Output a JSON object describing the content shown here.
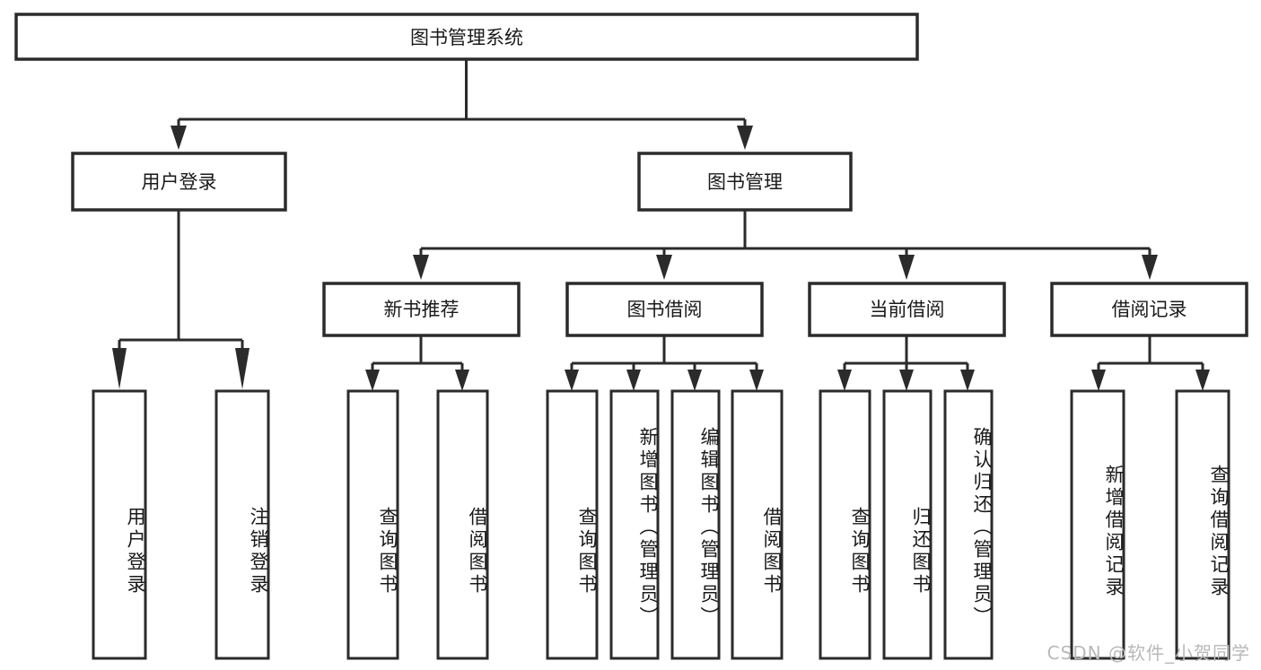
{
  "diagram": {
    "title": "图书管理系统",
    "type": "tree-hierarchy-chart",
    "orientation": "top-down",
    "colors": {
      "box_fill": "#ffffff",
      "box_stroke": "#2b2b2b",
      "connector": "#2b2b2b",
      "text": "#1a1a1a",
      "background": "#ffffff",
      "watermark": "#b9b9b9"
    },
    "root": {
      "id": "root",
      "label": "图书管理系统"
    },
    "level2": [
      {
        "id": "user-login",
        "label": "用户登录"
      },
      {
        "id": "book-manage",
        "label": "图书管理"
      }
    ],
    "level3": [
      {
        "id": "new-book-recommend",
        "label": "新书推荐",
        "parent": "book-manage"
      },
      {
        "id": "book-borrow",
        "label": "图书借阅",
        "parent": "book-manage"
      },
      {
        "id": "current-borrow",
        "label": "当前借阅",
        "parent": "book-manage"
      },
      {
        "id": "borrow-record",
        "label": "借阅记录",
        "parent": "book-manage"
      }
    ],
    "leaves": [
      {
        "id": "leaf-user-login",
        "label": "用户登录",
        "parent": "user-login"
      },
      {
        "id": "leaf-logout-login",
        "label": "注销登录",
        "parent": "user-login"
      },
      {
        "id": "leaf-query-book-1",
        "label": "查询图书",
        "parent": "new-book-recommend"
      },
      {
        "id": "leaf-borrow-book-1",
        "label": "借阅图书",
        "parent": "new-book-recommend"
      },
      {
        "id": "leaf-query-book-2",
        "label": "查询图书",
        "parent": "book-borrow"
      },
      {
        "id": "leaf-add-book",
        "label": "新增图书（管理员）",
        "parent": "book-borrow"
      },
      {
        "id": "leaf-edit-book",
        "label": "编辑图书（管理员）",
        "parent": "book-borrow"
      },
      {
        "id": "leaf-borrow-book-2",
        "label": "借阅图书",
        "parent": "book-borrow"
      },
      {
        "id": "leaf-query-book-3",
        "label": "查询图书",
        "parent": "current-borrow"
      },
      {
        "id": "leaf-return-book",
        "label": "归还图书",
        "parent": "current-borrow"
      },
      {
        "id": "leaf-confirm-return",
        "label": "确认归还（管理员）",
        "parent": "current-borrow"
      },
      {
        "id": "leaf-add-record",
        "label": "新增借阅记录",
        "parent": "borrow-record"
      },
      {
        "id": "leaf-query-record",
        "label": "查询借阅记录",
        "parent": "borrow-record"
      }
    ],
    "watermark": "CSDN @软件_小贺同学"
  }
}
